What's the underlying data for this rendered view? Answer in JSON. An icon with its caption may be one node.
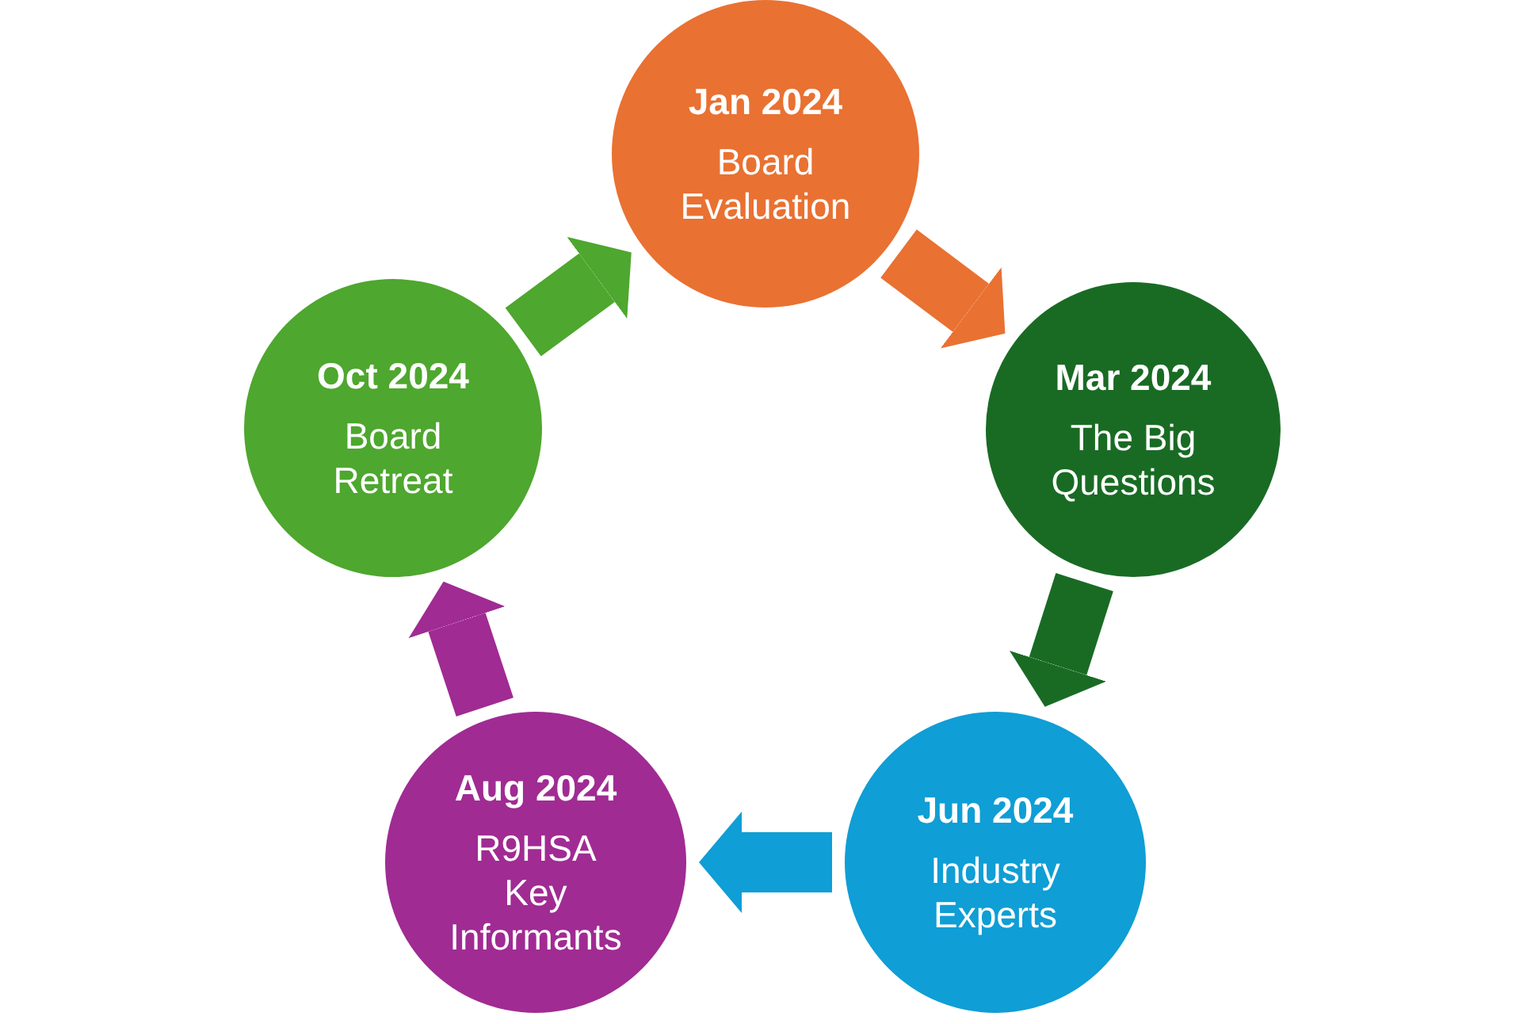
{
  "diagram": {
    "nodes": [
      {
        "text": [
          "Jan 2024",
          "Board Evaluation"
        ]
      },
      {
        "text": [
          "Mar 2024",
          "The Big Questions"
        ]
      },
      {
        "text": [
          "Jun 2024",
          "Industry Experts"
        ]
      },
      {
        "text": [
          "Aug 2024",
          "R9HSA Key Informants"
        ]
      },
      {
        "text": [
          "Oct 2024",
          "Board Retreat"
        ]
      }
    ],
    "edges": [
      {
        "from": 0,
        "to": 1,
        "arrow": "to",
        "color": "#e97132"
      },
      {
        "from": 1,
        "to": 2,
        "arrow": "to",
        "color": "#196b24"
      },
      {
        "from": 2,
        "to": 3,
        "arrow": "to",
        "color": "#0f9ed5"
      },
      {
        "from": 3,
        "to": 4,
        "arrow": "to",
        "color": "#a02b93"
      },
      {
        "from": 4,
        "to": 0,
        "arrow": "to",
        "color": "#4ea72e"
      }
    ]
  }
}
